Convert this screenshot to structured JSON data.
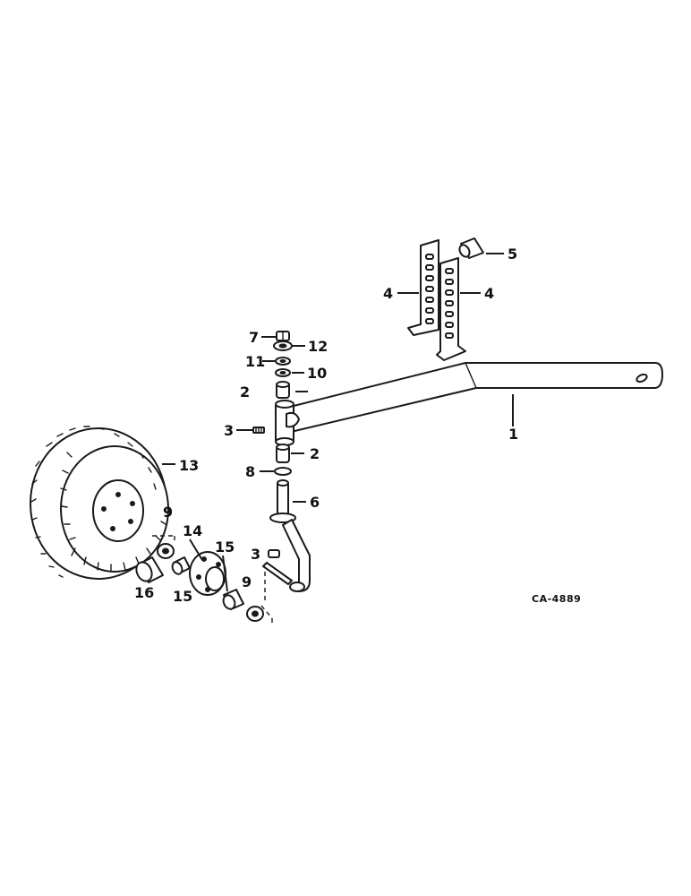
{
  "drawing": {
    "reference": "CA-4889",
    "callouts": {
      "c1": "1",
      "c2a": "2",
      "c2b": "2",
      "c3a": "3",
      "c3b": "3",
      "c4a": "4",
      "c4b": "4",
      "c5": "5",
      "c6": "6",
      "c7": "7",
      "c8": "8",
      "c9a": "9",
      "c9b": "9",
      "c10": "10",
      "c11": "11",
      "c12": "12",
      "c13": "13",
      "c14": "14",
      "c15a": "15",
      "c15b": "15",
      "c16": "16"
    }
  }
}
